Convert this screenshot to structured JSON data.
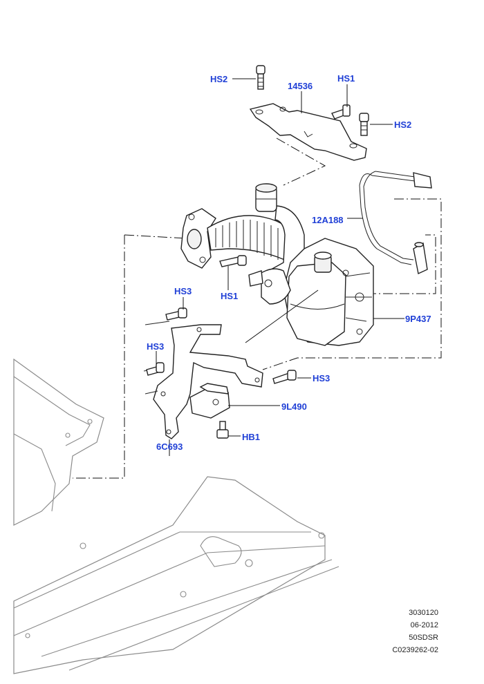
{
  "callouts": {
    "hs2_top": "HS2",
    "p14536": "14536",
    "hs1_top": "HS1",
    "hs2_right": "HS2",
    "p12a188": "12A188",
    "hs1_mid": "HS1",
    "hs3_left": "HS3",
    "p9p437": "9P437",
    "hs3_mid": "HS3",
    "hs3_right": "HS3",
    "p9l490": "9L490",
    "hb1": "HB1",
    "p6c693": "6C693"
  },
  "reference": {
    "code": "3030120",
    "date": "06-2012",
    "model": "50SDSR",
    "illustration": "C0239262-02"
  },
  "colors": {
    "callout": "#1f3fd6",
    "line": "#222222",
    "background_part": "#8a8a8a"
  }
}
